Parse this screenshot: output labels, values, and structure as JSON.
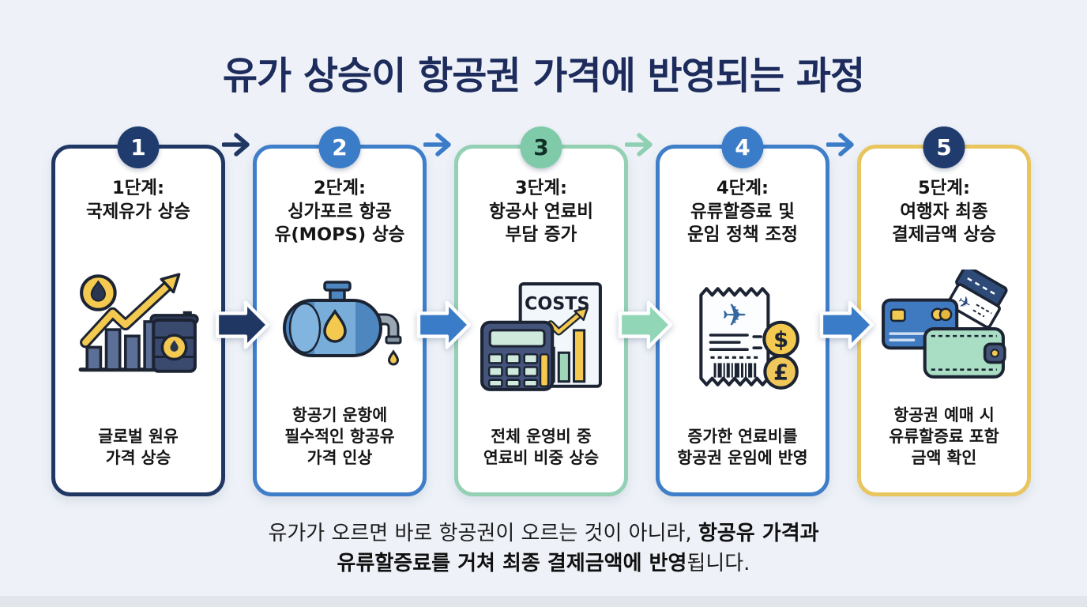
{
  "title": "유가 상승이 항공권 가격에 반영되는 과정",
  "colors": {
    "background": "#eef2f8",
    "title_navy": "#1d2c5c",
    "navy": "#203764",
    "blue": "#3b7cc9",
    "mint": "#93d0b4",
    "gold": "#e9c55e",
    "icon_outline": "#1c2433",
    "icon_yellow": "#f3c94f",
    "text_dark": "#151515"
  },
  "steps": [
    {
      "number": "1",
      "heading": "1단계:\n국제유가 상승",
      "caption": "글로벌 원유\n가격 상승",
      "icon": "oil-price-chart-icon",
      "border_color": "#203764",
      "badge_color": "#203c6e",
      "badge_text_color": "#ffffff",
      "arrow_to_next_color": "#203764"
    },
    {
      "number": "2",
      "heading": "2단계:\n싱가포르 항공\n유(MOPS) 상승",
      "caption": "항공기 운항에\n필수적인 항공유\n가격 인상",
      "icon": "jet-fuel-tank-icon",
      "border_color": "#3f7ec8",
      "badge_color": "#3b7cc9",
      "badge_text_color": "#ffffff",
      "arrow_to_next_color": "#3b7cc9"
    },
    {
      "number": "3",
      "heading": "3단계:\n항공사 연료비\n부담 증가",
      "caption": "전체 운영비 중\n연료비 비중 상승",
      "icon": "costs-calculator-icon",
      "icon_label": "COSTS",
      "border_color": "#93d0b4",
      "badge_color": "#7fcaa9",
      "badge_text_color": "#123028",
      "arrow_to_next_color": "#92d6b8"
    },
    {
      "number": "4",
      "heading": "4단계:\n유류할증료 및\n운임 정책 조정",
      "caption": "증가한 연료비를\n항공권 운임에 반영",
      "icon": "fare-receipt-coins-icon",
      "coin_labels": [
        "$",
        "£"
      ],
      "border_color": "#3f7ec8",
      "badge_color": "#3b7cc9",
      "badge_text_color": "#ffffff",
      "arrow_to_next_color": "#3b7cc9"
    },
    {
      "number": "5",
      "heading": "5단계:\n여행자 최종\n결제금액 상승",
      "caption": "항공권 예매 시\n유류할증료 포함\n금액 확인",
      "icon": "wallet-card-tickets-icon",
      "border_color": "#e9c55e",
      "badge_color": "#203c6e",
      "badge_text_color": "#ffffff"
    }
  ],
  "footer": {
    "line1_normal": "유가가 오르면 바로 항공권이 오르는 것이 아니라, ",
    "line1_bold": "항공유 가격과",
    "line2_bold": "유류할증료를 거쳐 최종 결제금액에 반영",
    "line2_normal": "됩니다."
  }
}
